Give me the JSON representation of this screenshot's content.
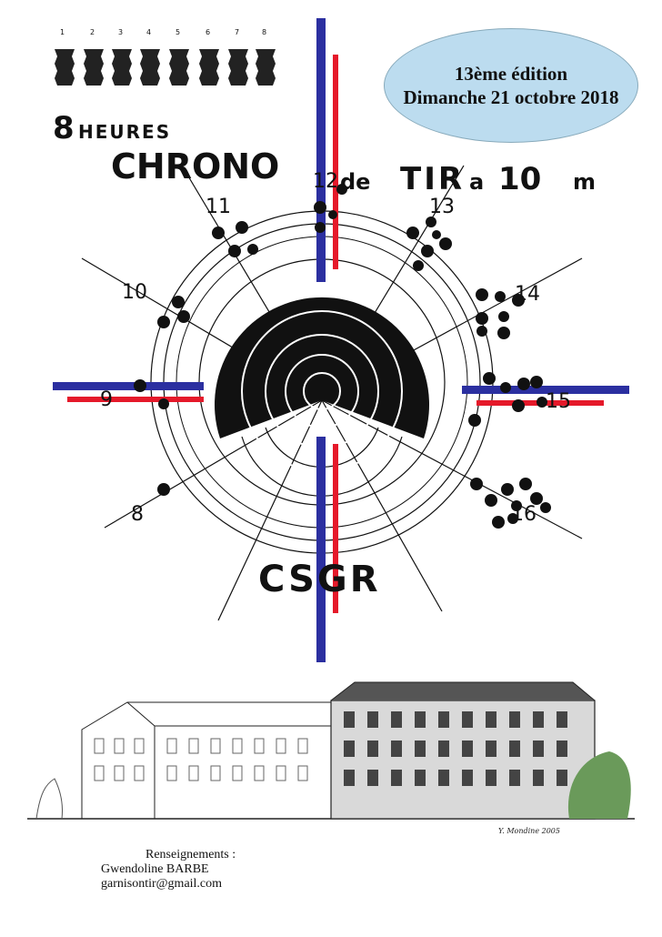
{
  "header": {
    "edition": "13ème édition",
    "date": "Dimanche 21 octobre 2018"
  },
  "poster": {
    "counter_labels": [
      "1",
      "2",
      "3",
      "4",
      "5",
      "6",
      "7",
      "8"
    ],
    "title_number": "8",
    "title_word": "HEURES",
    "title_chrono": "CHRONO",
    "title_de": "de",
    "title_tir": "TIR",
    "title_a": "a",
    "title_10": "10",
    "title_m": "m",
    "clock_labels": {
      "c12": "12",
      "c11": "11",
      "c13": "13",
      "c10": "10",
      "c14": "14",
      "c9": "9",
      "c15": "15",
      "c8": "8",
      "c16": "16"
    },
    "club": "CSGR",
    "signature": "Y. Mondine 2005",
    "colors": {
      "blue": "#2b2fa0",
      "red": "#e5192a",
      "black": "#111111"
    }
  },
  "footer": {
    "label": "Renseignements :",
    "name": "Gwendoline BARBE",
    "email": "garnisontir@gmail.com"
  }
}
